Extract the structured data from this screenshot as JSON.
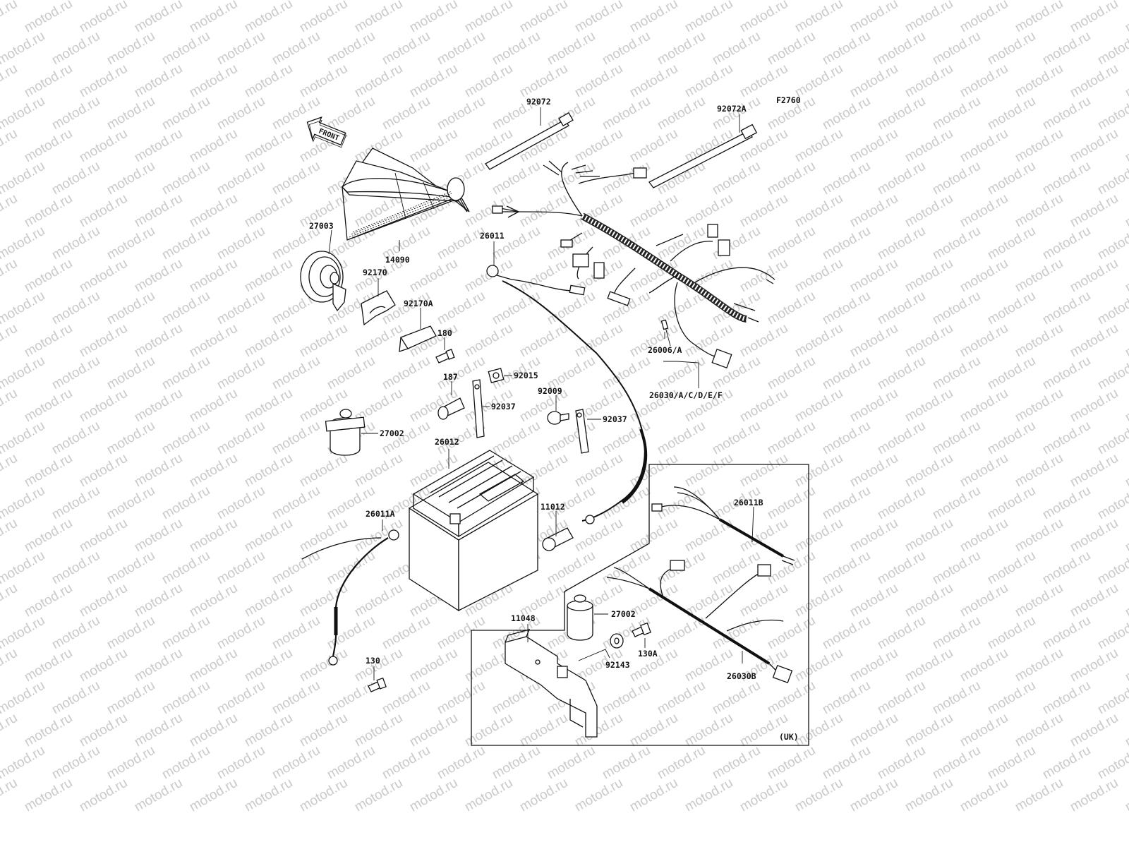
{
  "watermark_text": "motod.ru",
  "figure_code": "F2760",
  "direction_label": "FRONT",
  "region_label": "(UK)",
  "parts": {
    "p92072": "92072",
    "p92072A": "92072A",
    "p27003": "27003",
    "p14090": "14090",
    "p26011": "26011",
    "p92170": "92170",
    "p92170A": "92170A",
    "p180": "180",
    "p26006A": "26006/A",
    "p187": "187",
    "p92015": "92015",
    "p26030ACDEF": "26030/A/C/D/E/F",
    "p92009": "92009",
    "p92037a": "92037",
    "p92037b": "92037",
    "p27002": "27002",
    "p26012": "26012",
    "p26011B": "26011B",
    "p26011A": "26011A",
    "p11012": "11012",
    "p11048": "11048",
    "p27002b": "27002",
    "p130A": "130A",
    "p92143": "92143",
    "p26030B": "26030B",
    "p130": "130"
  }
}
